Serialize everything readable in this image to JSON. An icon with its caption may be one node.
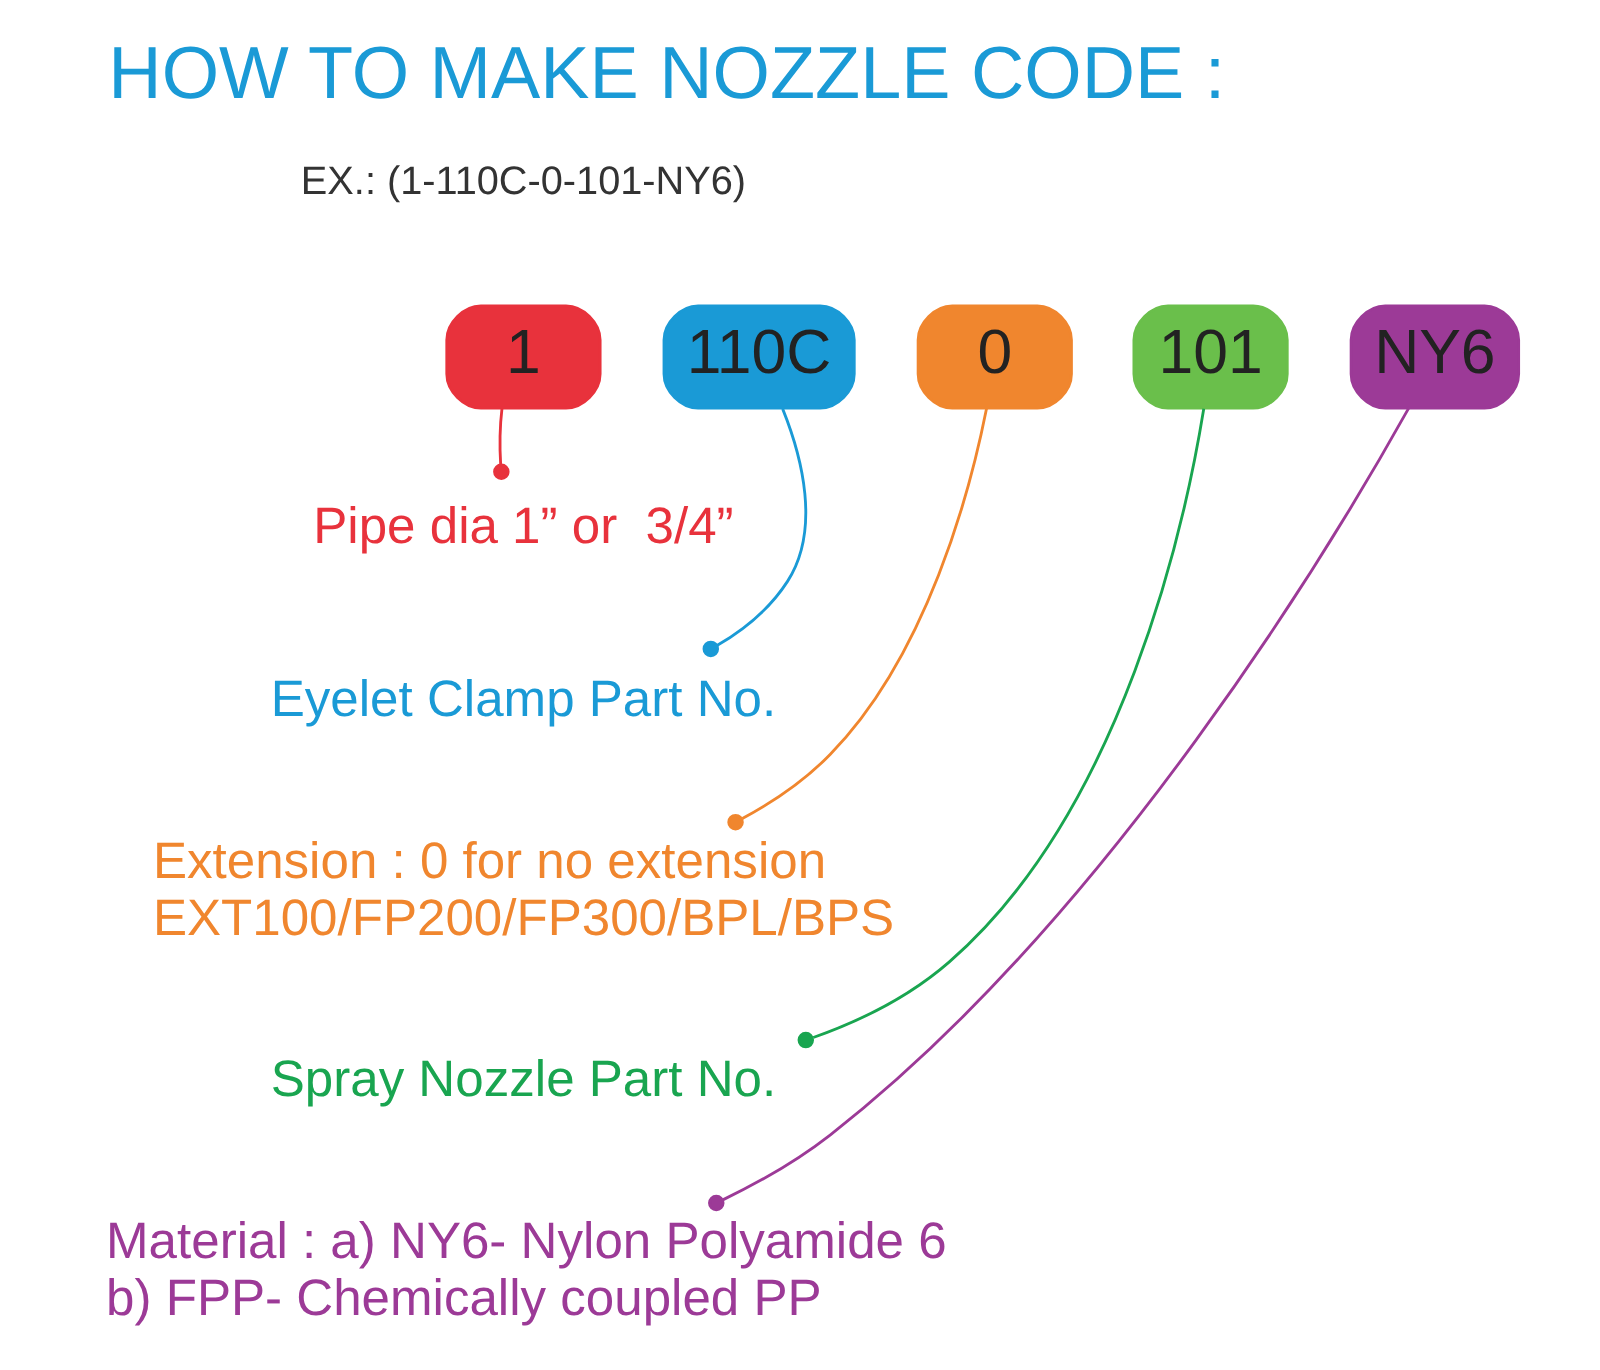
{
  "diagram": {
    "title": "HOW TO MAKE NOZZLE CODE :",
    "nodes": [
      {
        "text": [
          "1"
        ]
      },
      {
        "text": [
          "110C"
        ]
      },
      {
        "text": [
          "0"
        ]
      },
      {
        "text": [
          "101"
        ]
      },
      {
        "text": [
          "NY6"
        ]
      },
      {
        "text": [
          "Pipe dia 1” or  3/4”"
        ]
      },
      {
        "text": [
          "Eyelet Clamp Part No."
        ]
      },
      {
        "text": [
          "Extension : 0 for no extension EXT100/FP200/FP300/BPL/BPS"
        ]
      },
      {
        "text": [
          "Spray Nozzle Part No."
        ]
      },
      {
        "text": [
          "Material : a) NY6- Nylon Polyamide 6 b) FPP- Chemically coupled PP"
        ]
      }
    ],
    "edges": [
      {
        "from": 0,
        "to": 5,
        "arrow": "other",
        "color": "#e8323c"
      },
      {
        "from": 1,
        "to": 6,
        "arrow": "other",
        "color": "#1a9ad6"
      },
      {
        "from": 2,
        "to": 7,
        "arrow": "other",
        "color": "#f0862e"
      },
      {
        "from": 3,
        "to": 8,
        "arrow": "other",
        "color": "#19a550"
      },
      {
        "from": 4,
        "to": 9,
        "arrow": "other",
        "color": "#9c3a97"
      }
    ],
    "labels": [
      "EX.: (1-110C-0-101-NY6)"
    ]
  }
}
